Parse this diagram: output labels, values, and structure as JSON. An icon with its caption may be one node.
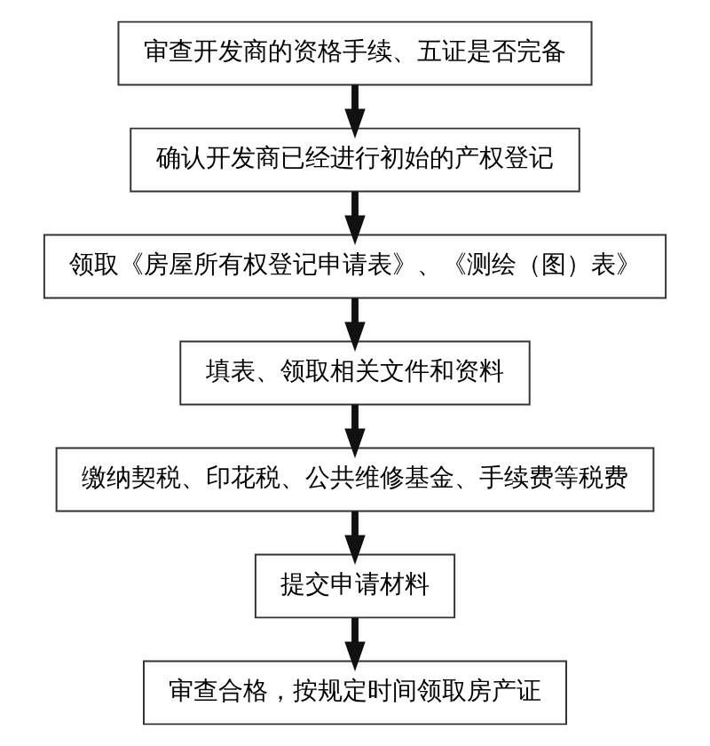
{
  "diagram": {
    "nodes": [
      {
        "text": [
          "审查开发商的资格手续、五证是否完备"
        ]
      },
      {
        "text": [
          "确认开发商已经进行初始的产权登记"
        ]
      },
      {
        "text": [
          "领取《房屋所有权登记申请表》、《测绘（图）表》"
        ]
      },
      {
        "text": [
          "填表、领取相关文件和资料"
        ]
      },
      {
        "text": [
          "缴纳契税、印花税、公共维修基金、手续费等税费"
        ]
      },
      {
        "text": [
          "提交申请材料"
        ]
      },
      {
        "text": [
          "审查合格，按规定时间领取房产证"
        ]
      }
    ],
    "edges": [
      {
        "from": 0,
        "to": 1,
        "arrow": "to"
      },
      {
        "from": 1,
        "to": 2,
        "arrow": "to"
      },
      {
        "from": 2,
        "to": 3,
        "arrow": "to"
      },
      {
        "from": 3,
        "to": 4,
        "arrow": "to"
      },
      {
        "from": 4,
        "to": 5,
        "arrow": "to"
      },
      {
        "from": 5,
        "to": 6,
        "arrow": "to"
      }
    ]
  }
}
